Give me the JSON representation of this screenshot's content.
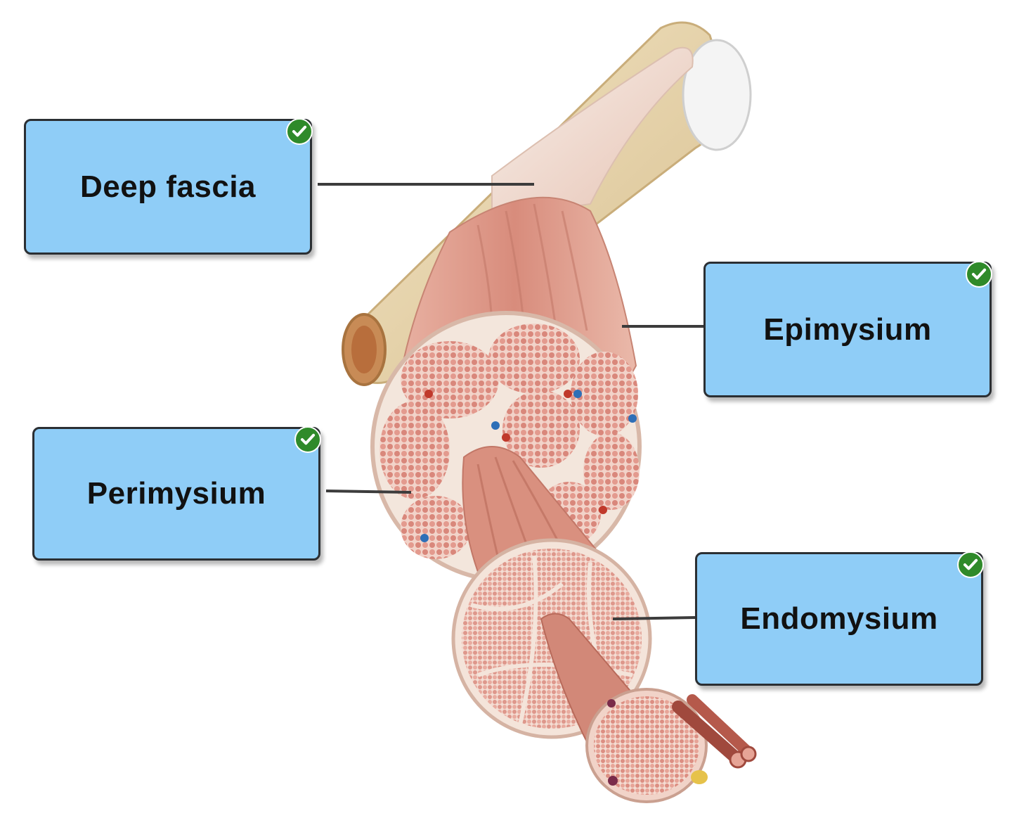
{
  "labels": {
    "deep_fascia": "Deep fascia",
    "epimysium": "Epimysium",
    "perimysium": "Perimysium",
    "endomysium": "Endomysium"
  },
  "icons": {
    "status": "checkmark-circle-icon"
  },
  "colors": {
    "label_fill": "#8fcdf7",
    "label_border": "#2b2f33",
    "check_green": "#2f8a2a",
    "bone": "#e9d7b0",
    "cartilage": "#f2f2f2",
    "muscle": "#e3a296",
    "connective_tissue": "#f3e6dc",
    "leader_line": "#3c3c3c"
  }
}
